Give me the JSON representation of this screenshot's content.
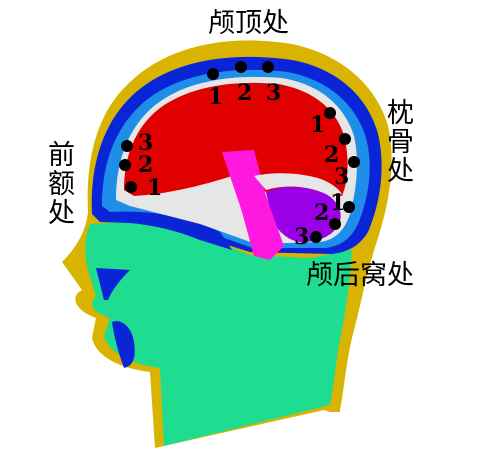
{
  "labels": {
    "vertex": "颅顶处",
    "frontal": "前额处",
    "occipital": "枕骨处",
    "posterior_fossa": "颅后窝处"
  },
  "groups": {
    "vertex": [
      "1",
      "2",
      "3"
    ],
    "frontal": [
      "3",
      "2",
      "1"
    ],
    "occipital": [
      "1",
      "2",
      "3",
      "1"
    ],
    "posterior_fossa": [
      "2",
      "3"
    ]
  },
  "colors": {
    "scalp": "#d8b400",
    "face": "#1edc90",
    "outer_blue": "#0a24d8",
    "inner_blue": "#1f8ee8",
    "csf": "#e6e6e6",
    "brain": "#e00000",
    "brainstem": "#ff18e0",
    "cerebellum": "#9a00e6",
    "marker": "#000000"
  }
}
